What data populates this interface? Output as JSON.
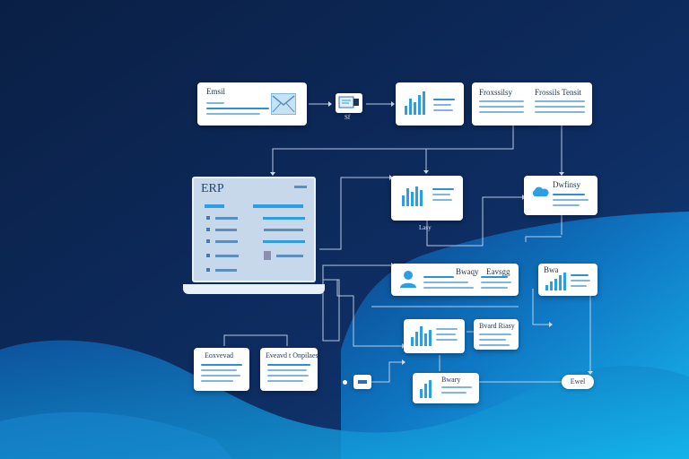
{
  "cards": {
    "email": {
      "title": "Emsil",
      "icon": "envelope-icon"
    },
    "scanner": {
      "label": "Sf"
    },
    "chart_top": {
      "icon": "bar-chart-icon"
    },
    "dual": {
      "left_title": "Froxssilsy",
      "right_title": "Frossils Tensit"
    },
    "erp": {
      "title": "ERP"
    },
    "mid_chart": {
      "caption": "Lasy",
      "icon": "bar-chart-icon"
    },
    "cloud": {
      "title": "Dwfinsy",
      "icon": "cloud-icon"
    },
    "profile": {
      "left_title": "Bwaqy",
      "right_title": "Eavsgg",
      "icon": "user-icon"
    },
    "right_chart": {
      "title": "Bwa",
      "icon": "bar-chart-icon"
    },
    "center_chart": {
      "icon": "bar-chart-icon"
    },
    "note": {
      "title": "Bvard Riasy"
    },
    "bottom_left": {
      "title": "Eoxvevad"
    },
    "bottom_mid": {
      "title": "Eveavd t Onpilaes"
    },
    "bottom_center": {
      "title": "Bwary",
      "icon": "bar-chart-icon"
    },
    "end_pill": {
      "label": "Ewel"
    }
  },
  "colors": {
    "bg_dark": "#0b2450",
    "wave_light": "#12b8f0",
    "accent": "#2b9ee6"
  }
}
